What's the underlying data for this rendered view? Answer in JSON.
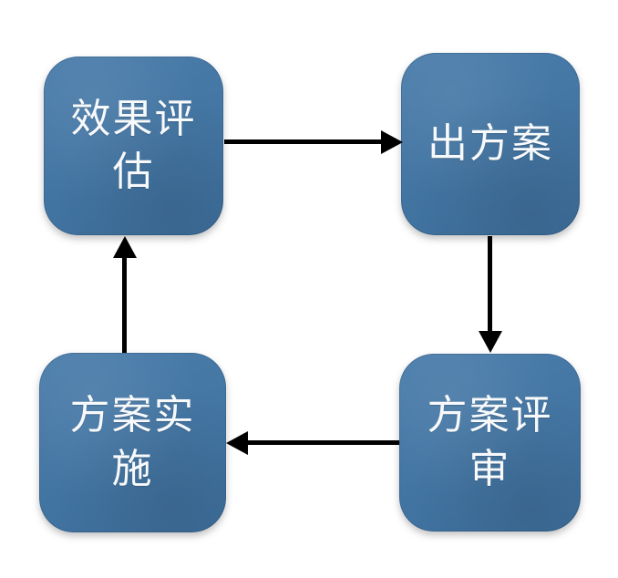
{
  "diagram": {
    "type": "cycle-flowchart",
    "background_color": "#FFFFFF",
    "node_fill_color": "#4176A6",
    "node_text_color": "#F7F9FB",
    "arrow_color": "#000000",
    "nodes": [
      {
        "id": "effect-evaluation",
        "label": "效果评估"
      },
      {
        "id": "propose-plan",
        "label": "出方案"
      },
      {
        "id": "plan-review",
        "label": "方案评审"
      },
      {
        "id": "plan-implementation",
        "label": "方案实施"
      }
    ],
    "connections": [
      {
        "from": "effect-evaluation",
        "to": "propose-plan",
        "direction": "right"
      },
      {
        "from": "propose-plan",
        "to": "plan-review",
        "direction": "down"
      },
      {
        "from": "plan-review",
        "to": "plan-implementation",
        "direction": "left"
      },
      {
        "from": "plan-implementation",
        "to": "effect-evaluation",
        "direction": "up"
      }
    ]
  }
}
